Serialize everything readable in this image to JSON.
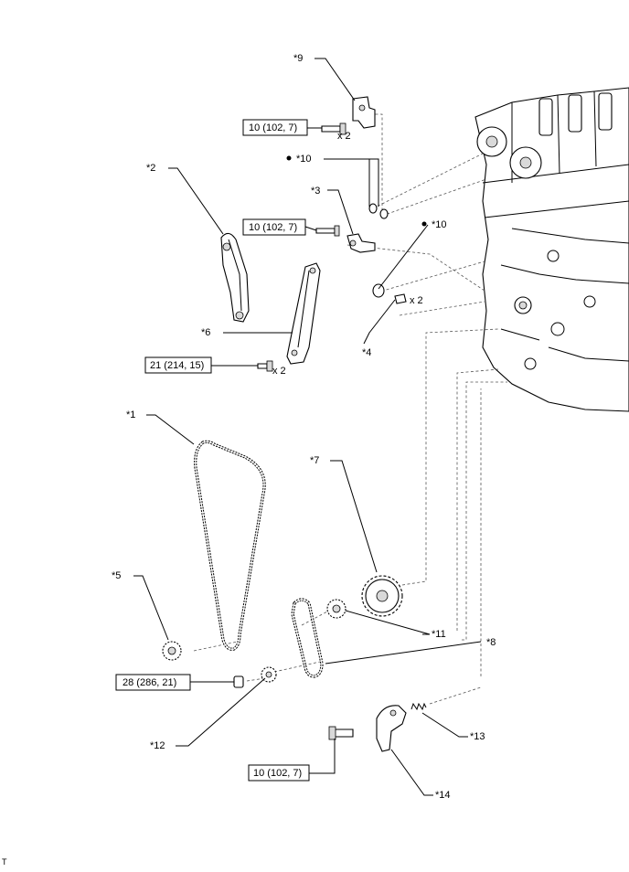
{
  "callouts": {
    "c1": "*1",
    "c2": "*2",
    "c3": "*3",
    "c4": "*4",
    "c5": "*5",
    "c6": "*6",
    "c7": "*7",
    "c8": "*8",
    "c9": "*9",
    "c10a": "*10",
    "c10b": "*10",
    "c11": "*11",
    "c12": "*12",
    "c13": "*13",
    "c14": "*14"
  },
  "torque": {
    "t1": "10 (102, 7)",
    "t2": "10 (102, 7)",
    "t3": "21 (214, 15)",
    "t4": "28 (286, 21)",
    "t5": "10 (102, 7)"
  },
  "quantity": {
    "q1": "x 2",
    "q2": "x 2",
    "q3": "x 2"
  },
  "footer": {
    "mark": "T"
  }
}
